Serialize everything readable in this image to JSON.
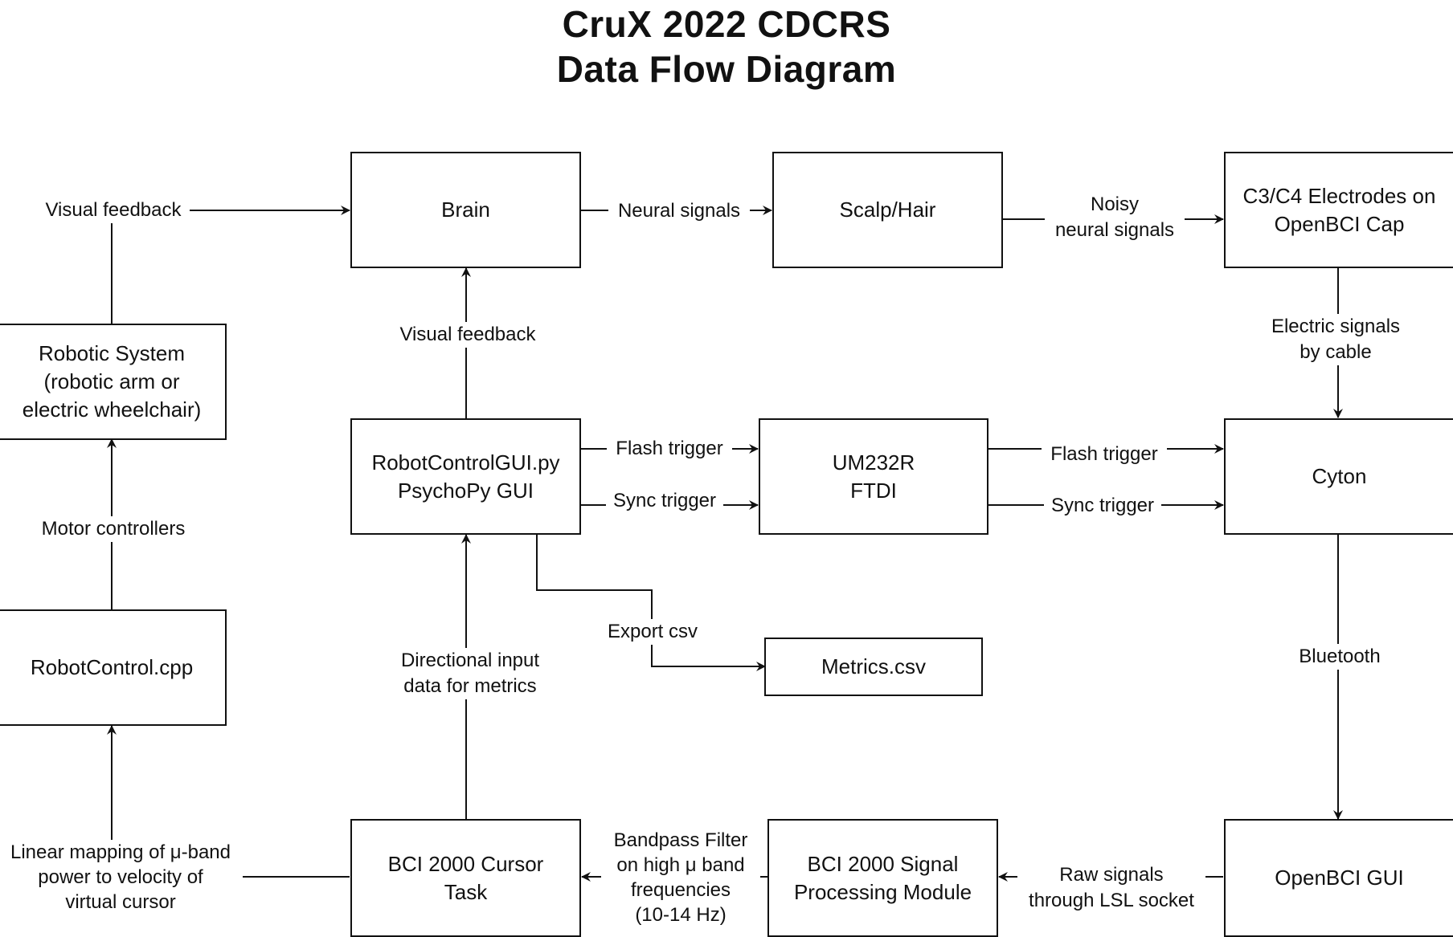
{
  "title": {
    "line1": "CruX 2022 CDCRS",
    "line2": "Data Flow Diagram"
  },
  "nodes": {
    "brain": "Brain",
    "scalp": "Scalp/Hair",
    "electrodes": "C3/C4 Electrodes on\nOpenBCI Cap",
    "robotic_system": "Robotic System\n(robotic arm or\nelectric wheelchair)",
    "gui": "RobotControlGUI.py\nPsychoPy GUI",
    "ftdi": "UM232R\nFTDI",
    "cyton": "Cyton",
    "robotcontrol_cpp": "RobotControl.cpp",
    "metrics": "Metrics.csv",
    "cursor_task": "BCI 2000 Cursor\nTask",
    "signal_processing": "BCI 2000 Signal\nProcessing Module",
    "openbci_gui": "OpenBCI GUI"
  },
  "edges": {
    "visual_feedback_top": "Visual feedback",
    "neural_signals": "Neural signals",
    "noisy_neural": "Noisy\nneural signals",
    "visual_feedback_mid": "Visual feedback",
    "electric_signals": "Electric signals\nby cable",
    "flash_trigger_1": "Flash trigger",
    "sync_trigger_1": "Sync trigger",
    "flash_trigger_2": "Flash trigger",
    "sync_trigger_2": "Sync trigger",
    "motor_controllers": "Motor controllers",
    "export_csv": "Export csv",
    "directional_input": "Directional input\ndata for metrics",
    "bluetooth": "Bluetooth",
    "linear_mapping": "Linear mapping of μ-band\npower to velocity of\nvirtual cursor",
    "bandpass": "Bandpass Filter\non high μ band\nfrequencies\n(10-14 Hz)",
    "raw_signals": "Raw signals\nthrough LSL socket"
  }
}
